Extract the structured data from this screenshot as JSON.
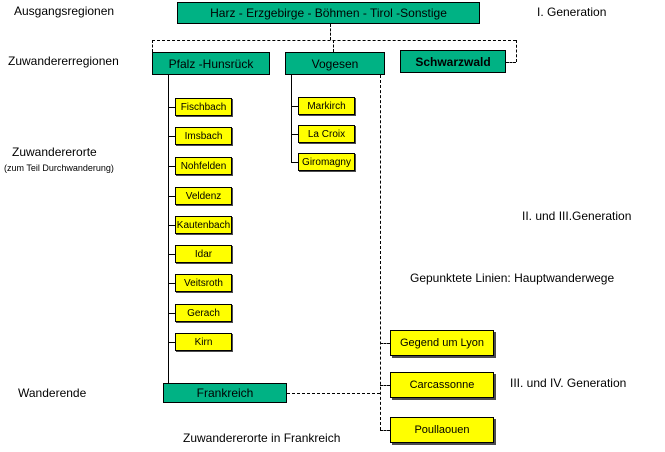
{
  "labels": {
    "ausgangsregionen": "Ausgangsregionen",
    "generation1": "I. Generation",
    "zuwandererregionen": "Zuwandererregionen",
    "zuwandererorte": "Zuwandererorte",
    "zuwandererorte_sub": "(zum Teil Durchwanderung)",
    "generation23": "II. und III.Generation",
    "legend": "Gepunktete Linien: Hauptwanderwege",
    "generation34": "III. und IV. Generation",
    "wanderende": "Wanderende",
    "zuwandererorte_frankreich": "Zuwandererorte in Frankreich"
  },
  "nodes": {
    "origin": "Harz - Erzgebirge - Böhmen - Tirol -Sonstige",
    "regions": [
      "Pfalz -Hunsrück",
      "Vogesen",
      "Schwarzwald"
    ],
    "pfalz_places": [
      "Fischbach",
      "Imsbach",
      "Nohfelden",
      "Veldenz",
      "Kautenbach",
      "Idar",
      "Veitsroth",
      "Gerach",
      "Kirn"
    ],
    "vogesen_places": [
      "Markirch",
      "La Croix",
      "Giromagny"
    ],
    "france_places": [
      "Gegend um Lyon",
      "Carcassonne",
      "Poullaouen"
    ],
    "frankreich": "Frankreich"
  },
  "colors": {
    "green": "#00B284",
    "yellow": "#FFFF00"
  }
}
